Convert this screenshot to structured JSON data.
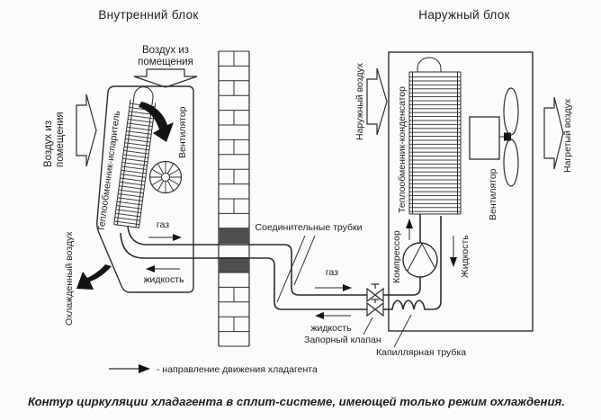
{
  "diagram": {
    "titles": {
      "indoor": "Внутренний блок",
      "outdoor": "Наружный блок"
    },
    "indoor_unit": {
      "air_from_room_top_line1": "Воздух из",
      "air_from_room_top_line2": "помещения",
      "air_from_room_left_line1": "Воздух из",
      "air_from_room_left_line2": "помещения",
      "cooled_air_label": "Охлажденный воздух",
      "evaporator_label": "Теплообменник-испаритель",
      "fan_label": "Вентилятор",
      "gas_label": "газ",
      "liquid_label": "жидкость"
    },
    "outdoor_unit": {
      "outdoor_air_label": "Наружный воздух",
      "heated_air_label": "Нагретый воздух",
      "condenser_label": "Теплообменник-конденсатор",
      "fan_label": "Вентилятор",
      "compressor_label": "Компрессор",
      "liquid_flow_label": "Жидкость",
      "gas_label": "газ",
      "liquid_label": "жидкость",
      "shutoff_valve_label": "Запорный клапан",
      "capillary_tube_label": "Капиллярная трубка"
    },
    "connections": {
      "connecting_tubes_label": "Соединительные трубки"
    },
    "legend": {
      "arrow_meaning": "- направление движения хладагента"
    },
    "caption": "Контур циркуляции хладагента в сплит-системе, имеющей только режим охлаждения.",
    "colors": {
      "ink": "#2c2c2c",
      "paper": "#fbfbf9",
      "wall_plug": "#4f4f4f"
    }
  }
}
